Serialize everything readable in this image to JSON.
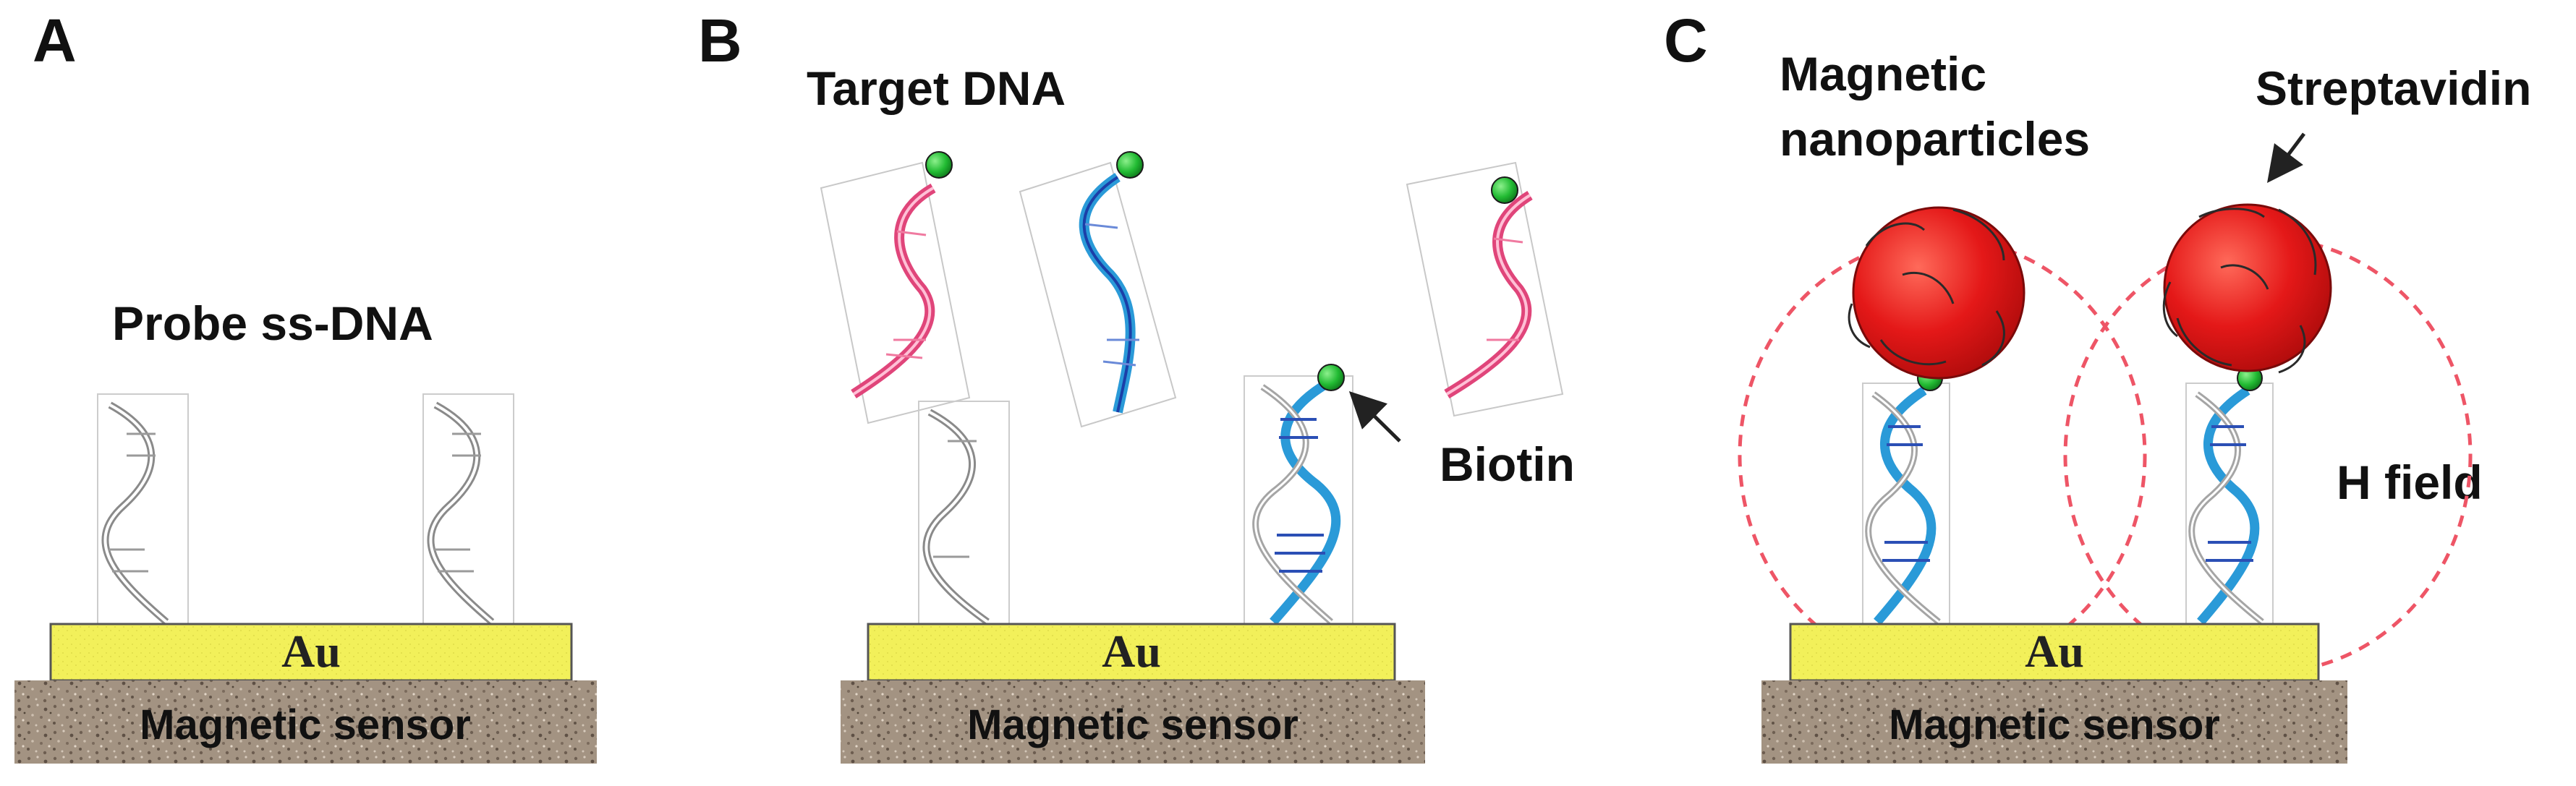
{
  "panels": [
    {
      "letter": "A",
      "labels": {
        "probe": "Probe ss-DNA"
      },
      "substrate": {
        "gold": "Au",
        "sensor": "Magnetic sensor"
      }
    },
    {
      "letter": "B",
      "labels": {
        "target": "Target DNA",
        "biotin": "Biotin"
      },
      "substrate": {
        "gold": "Au",
        "sensor": "Magnetic sensor"
      }
    },
    {
      "letter": "C",
      "labels": {
        "nano_line1": "Magnetic",
        "nano_line2": "nanoparticles",
        "streptavidin": "Streptavidin",
        "hfield": "H field"
      },
      "substrate": {
        "gold": "Au",
        "sensor": "Magnetic sensor"
      }
    }
  ],
  "colors": {
    "gold_layer": "#f2f05a",
    "sensor_base": "#a39382",
    "target_dna_pink": "#e0457a",
    "target_dna_blue": "#2a9ad8",
    "biotin": "#22bb33",
    "nanoparticle": "#e41818",
    "field_line": "#ee5566",
    "probe_dna": "#888888"
  }
}
